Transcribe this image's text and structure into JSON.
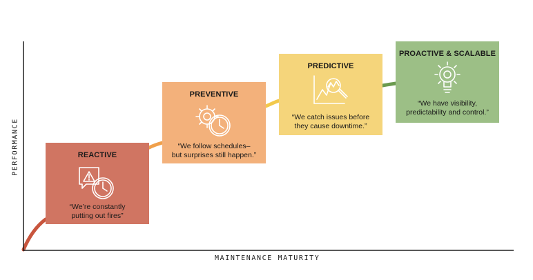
{
  "axes": {
    "x_label": "MAINTENANCE MATURITY",
    "y_label": "PERFORMANCE"
  },
  "colors": {
    "reactive": "#d07562",
    "preventive": "#f3b17b",
    "predictive": "#f5d57b",
    "proactive": "#9cbf86",
    "curve_start": "#c8553d",
    "curve_mid": "#f0a04b",
    "curve_yellow": "#f2c94c",
    "curve_end": "#6a9a4f"
  },
  "stages": [
    {
      "title": "REACTIVE",
      "quote_line1": "“We’re constantly",
      "quote_line2": "putting out fires”",
      "icon": "alert-clock-icon"
    },
    {
      "title": "PREVENTIVE",
      "quote_line1": "“We follow schedules–",
      "quote_line2": "but surprises still happen.”",
      "icon": "gear-clock-icon"
    },
    {
      "title": "PREDICTIVE",
      "quote_line1": "“We catch issues before",
      "quote_line2": "they cause downtime.”",
      "icon": "chart-magnifier-icon"
    },
    {
      "title": "PROACTIVE & SCALABLE",
      "quote_line1": "“We have visibility,",
      "quote_line2": "predictability and control.”",
      "icon": "gear-lightbulb-icon"
    }
  ]
}
